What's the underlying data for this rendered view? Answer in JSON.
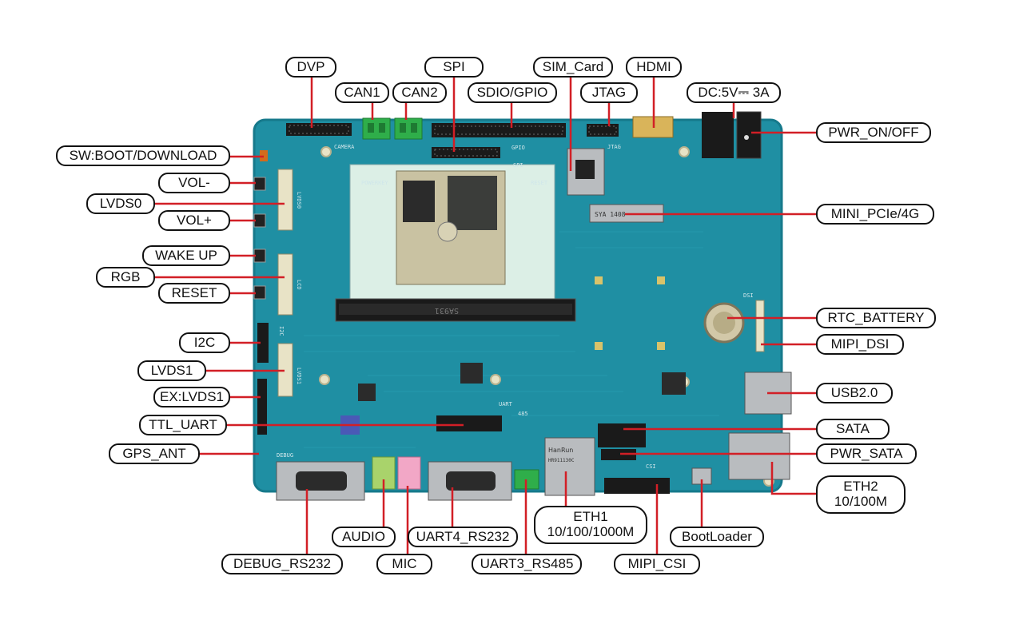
{
  "labels": {
    "dvp": "DVP",
    "spi": "SPI",
    "sim_card": "SIM_Card",
    "hdmi": "HDMI",
    "can1": "CAN1",
    "can2": "CAN2",
    "sdio_gpio": "SDIO/GPIO",
    "jtag": "JTAG",
    "dc_power": "DC:5V⎓ 3A",
    "sw_boot": "SW:BOOT/DOWNLOAD",
    "pwr_on_off": "PWR_ON/OFF",
    "vol_minus": "VOL-",
    "lvds0": "LVDS0",
    "vol_plus": "VOL+",
    "mini_pcie": "MINI_PCIe/4G",
    "wake_up": "WAKE UP",
    "rgb": "RGB",
    "reset": "RESET",
    "rtc_battery": "RTC_BATTERY",
    "i2c": "I2C",
    "mipi_dsi": "MIPI_DSI",
    "lvds1": "LVDS1",
    "usb2": "USB2.0",
    "ex_lvds1": "EX:LVDS1",
    "ttl_uart": "TTL_UART",
    "sata": "SATA",
    "gps_ant": "GPS_ANT",
    "pwr_sata": "PWR_SATA",
    "eth2_line1": "ETH2",
    "eth2_line2": "10/100M",
    "eth1_line1": "ETH1",
    "eth1_line2": "10/100/1000M",
    "audio": "AUDIO",
    "uart4": "UART4_RS232",
    "bootloader": "BootLoader",
    "debug_rs232": "DEBUG_RS232",
    "mic": "MIC",
    "uart3": "UART3_RS485",
    "mipi_csi": "MIPI_CSI"
  },
  "silkscreen": {
    "camera": "CAMERA",
    "gpio": "GPIO",
    "spi": "SPI",
    "jtag": "JTAG",
    "lvds0": "LVDS0",
    "lcd": "LCD",
    "i2c": "I2C",
    "lvds1": "LVDS1",
    "uart": "UART",
    "rs485": "485",
    "debug": "DEBUG",
    "csi": "CSI",
    "dsi": "DSI",
    "powerkey": "POWERKEY",
    "reset": "RESET",
    "som_text": "SA931",
    "pcie_text": "SYA 1408",
    "rj45_brand": "HanRun",
    "rj45_model": "HR911130C"
  },
  "colors": {
    "board": "#1f8fa3",
    "board_edge": "#16798b",
    "leader": "#d21f26",
    "pill_border": "#111111",
    "terminal_green": "#2fae4a",
    "audio_green": "#a9d36b",
    "mic_pink": "#f2a7c6",
    "metal": "#b9bcbf",
    "header_black": "#1a1a1a",
    "som_board": "#c9c2a2"
  }
}
